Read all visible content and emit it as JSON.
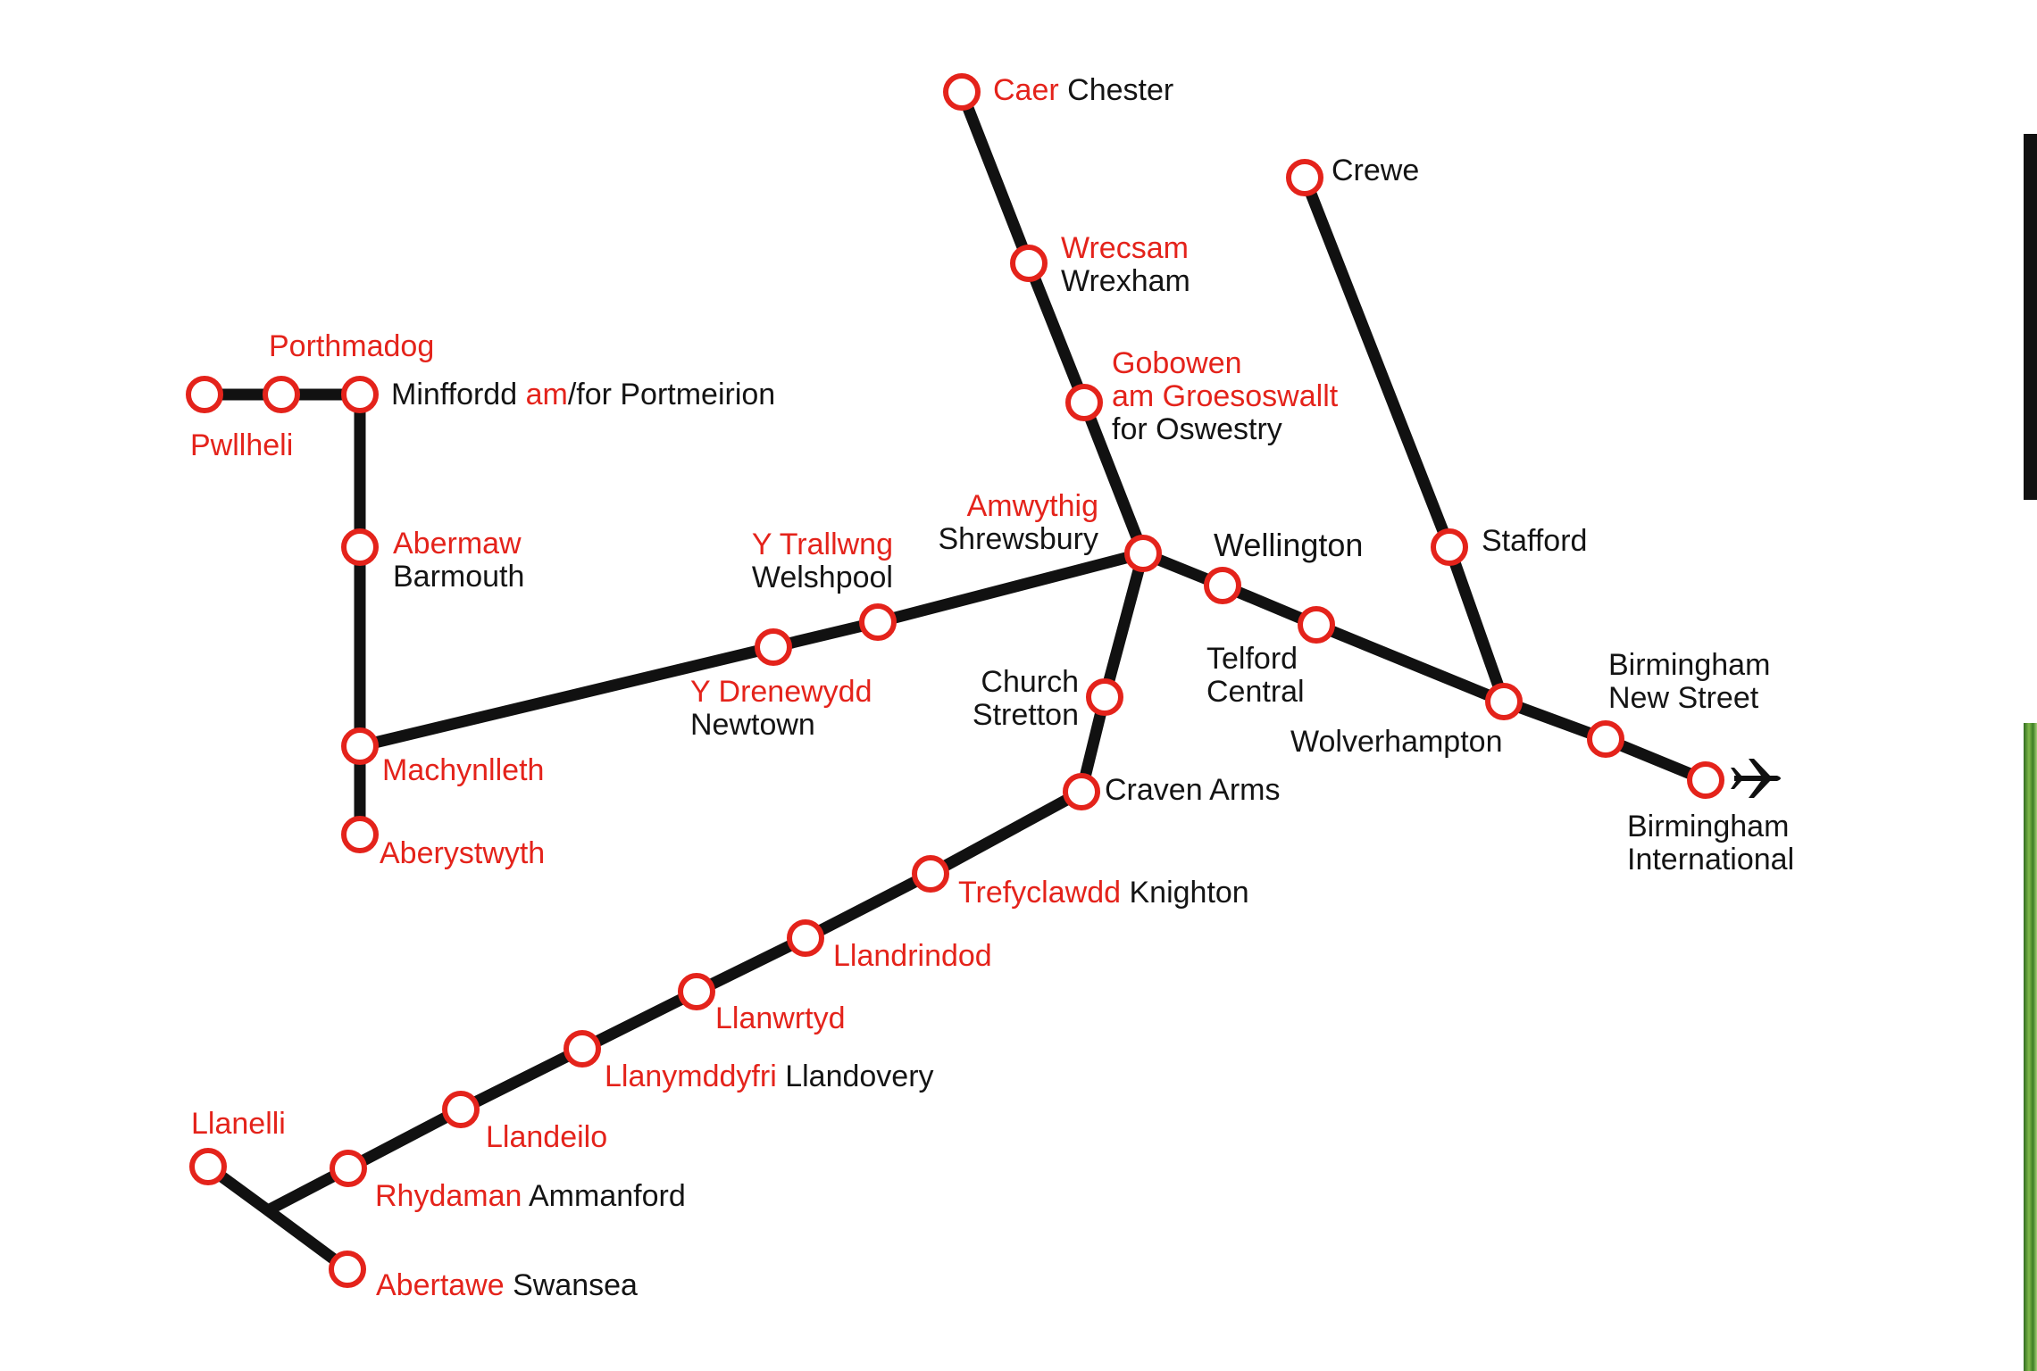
{
  "map": {
    "colors": {
      "line": "#111111",
      "station_ring": "#e4231b",
      "welsh_text": "#e4231b",
      "english_text": "#141414"
    },
    "stations": [
      {
        "id": "chester",
        "welsh": "Caer",
        "english": "Chester"
      },
      {
        "id": "wrexham",
        "welsh": "Wrecsam",
        "english": "Wrexham"
      },
      {
        "id": "gobowen",
        "welsh": "Gobowen",
        "welsh2": "am Groesoswallt",
        "english": "for Oswestry"
      },
      {
        "id": "shrewsbury",
        "welsh": "Amwythig",
        "english": "Shrewsbury"
      },
      {
        "id": "wellington",
        "english": "Wellington"
      },
      {
        "id": "telford",
        "english": "Telford",
        "english2": "Central"
      },
      {
        "id": "wolverhampton",
        "english": "Wolverhampton"
      },
      {
        "id": "bham_new_street",
        "english": "Birmingham",
        "english2": "New Street"
      },
      {
        "id": "bham_international",
        "english": "Birmingham",
        "english2": "International",
        "icon": "airplane-icon"
      },
      {
        "id": "crewe",
        "english": "Crewe"
      },
      {
        "id": "stafford",
        "english": "Stafford"
      },
      {
        "id": "welshpool",
        "welsh": "Y Trallwng",
        "english": "Welshpool"
      },
      {
        "id": "newtown",
        "welsh": "Y Drenewydd",
        "english": "Newtown"
      },
      {
        "id": "machynlleth",
        "welsh": "Machynlleth"
      },
      {
        "id": "aberystwyth",
        "welsh": "Aberystwyth"
      },
      {
        "id": "barmouth",
        "welsh": "Abermaw",
        "english": "Barmouth"
      },
      {
        "id": "minffordd",
        "english_a": "Minffordd",
        "welsh": "am",
        "english_b": "/for Portmeirion"
      },
      {
        "id": "porthmadog",
        "welsh": "Porthmadog"
      },
      {
        "id": "pwllheli",
        "welsh": "Pwllheli"
      },
      {
        "id": "church_stretton",
        "english": "Church",
        "english2": "Stretton"
      },
      {
        "id": "craven_arms",
        "english": "Craven Arms"
      },
      {
        "id": "knighton",
        "welsh": "Trefyclawdd",
        "english": "Knighton"
      },
      {
        "id": "llandrindod",
        "welsh": "Llandrindod"
      },
      {
        "id": "llanwrtyd",
        "welsh": "Llanwrtyd"
      },
      {
        "id": "llandovery",
        "welsh": "Llanymddyfri",
        "english": "Llandovery"
      },
      {
        "id": "llandeilo",
        "welsh": "Llandeilo"
      },
      {
        "id": "ammanford",
        "welsh": "Rhydaman",
        "english": "Ammanford"
      },
      {
        "id": "llanelli",
        "welsh": "Llanelli"
      },
      {
        "id": "swansea",
        "welsh": "Abertawe",
        "english": "Swansea"
      }
    ]
  }
}
